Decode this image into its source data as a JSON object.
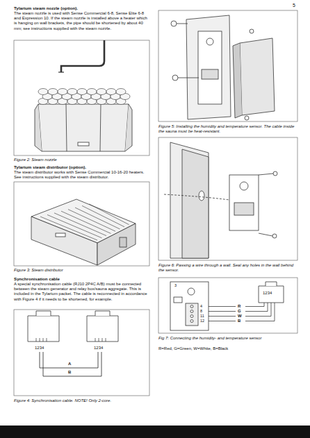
{
  "diagram": {
    "labels": [
      "5",
      "Tylarium steam nozzle (option).",
      "The steam nozzle is used with Sense Commercial 6-8, Sense Elite 6-8 and Expression 10. If the steam nozzle is installed above a heater which is hanging on wall brackets, the pipe should be shortened by about 40 mm; see instructions supplied with the steam nozzle.",
      "Figure 2: Steam nozzle",
      "Tylarium steam distributor (option).",
      "The steam distributor works with Sense Commercial 10-16-20 heaters. See instructions supplied with the steam distributor.",
      "Figure 3: Steam distributor",
      "Synchronisation cable",
      "A special synchronisation cable (RJ10 2P4C A/B) must be connected between the steam generator and relay box/sauna aggregate. This is included in the Tylarium packet. The cable is reconnected in accordance with Figure 4 if it needs to be shortened, for example.",
      "1234",
      "1234",
      "A",
      "B",
      "Figure 4: Synchronisation cable. NOTE! Only 2-core.",
      "Figure 5: Installing the humidity and temperature sensor. The cable inside the sauna must be heat-resistant.",
      "Figure 6: Passing a wire through a wall. Seal any holes in the wall behind the sensor.",
      "3",
      "4",
      "8",
      "11",
      "12",
      "R",
      "G",
      "W",
      "B",
      "1234",
      "Fig 7: Connecting the humidity- and temperature sensor",
      "R=Red, G=Green, W=White, B=Black"
    ]
  }
}
